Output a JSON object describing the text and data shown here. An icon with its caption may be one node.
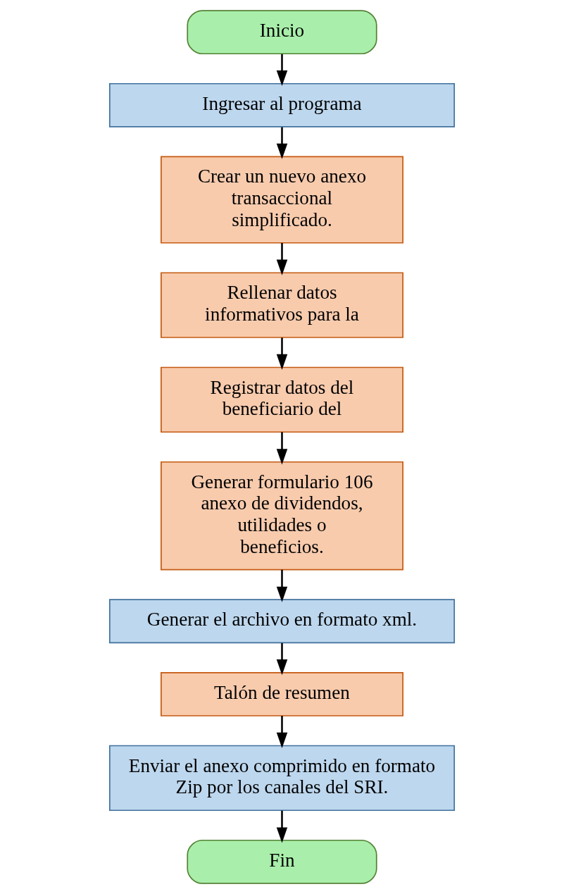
{
  "diagram": {
    "nodes": [
      {
        "text": [
          "Inicio"
        ]
      },
      {
        "text": [
          "Ingresar al programa"
        ]
      },
      {
        "text": [
          "Crear un nuevo anexo transaccional simplificado."
        ]
      },
      {
        "text": [
          "Rellenar datos informativos para la"
        ]
      },
      {
        "text": [
          "Registrar datos del beneficiario del"
        ]
      },
      {
        "text": [
          "Generar formulario 106 anexo de dividendos, utilidades o beneficios."
        ]
      },
      {
        "text": [
          "Generar el archivo en formato xml."
        ]
      },
      {
        "text": [
          "Talón de resumen"
        ]
      },
      {
        "text": [
          "Enviar el anexo comprimido en formato Zip por los canales del SRI."
        ]
      },
      {
        "text": [
          "Fin"
        ]
      }
    ],
    "edges": [
      {
        "from": 0,
        "to": 1,
        "arrow": "to"
      },
      {
        "from": 1,
        "to": 2,
        "arrow": "to"
      },
      {
        "from": 2,
        "to": 3,
        "arrow": "to"
      },
      {
        "from": 3,
        "to": 4,
        "arrow": "to"
      },
      {
        "from": 4,
        "to": 5,
        "arrow": "to"
      },
      {
        "from": 5,
        "to": 6,
        "arrow": "to"
      },
      {
        "from": 6,
        "to": 7,
        "arrow": "to"
      },
      {
        "from": 7,
        "to": 8,
        "arrow": "to"
      },
      {
        "from": 8,
        "to": 9,
        "arrow": "to"
      }
    ]
  }
}
